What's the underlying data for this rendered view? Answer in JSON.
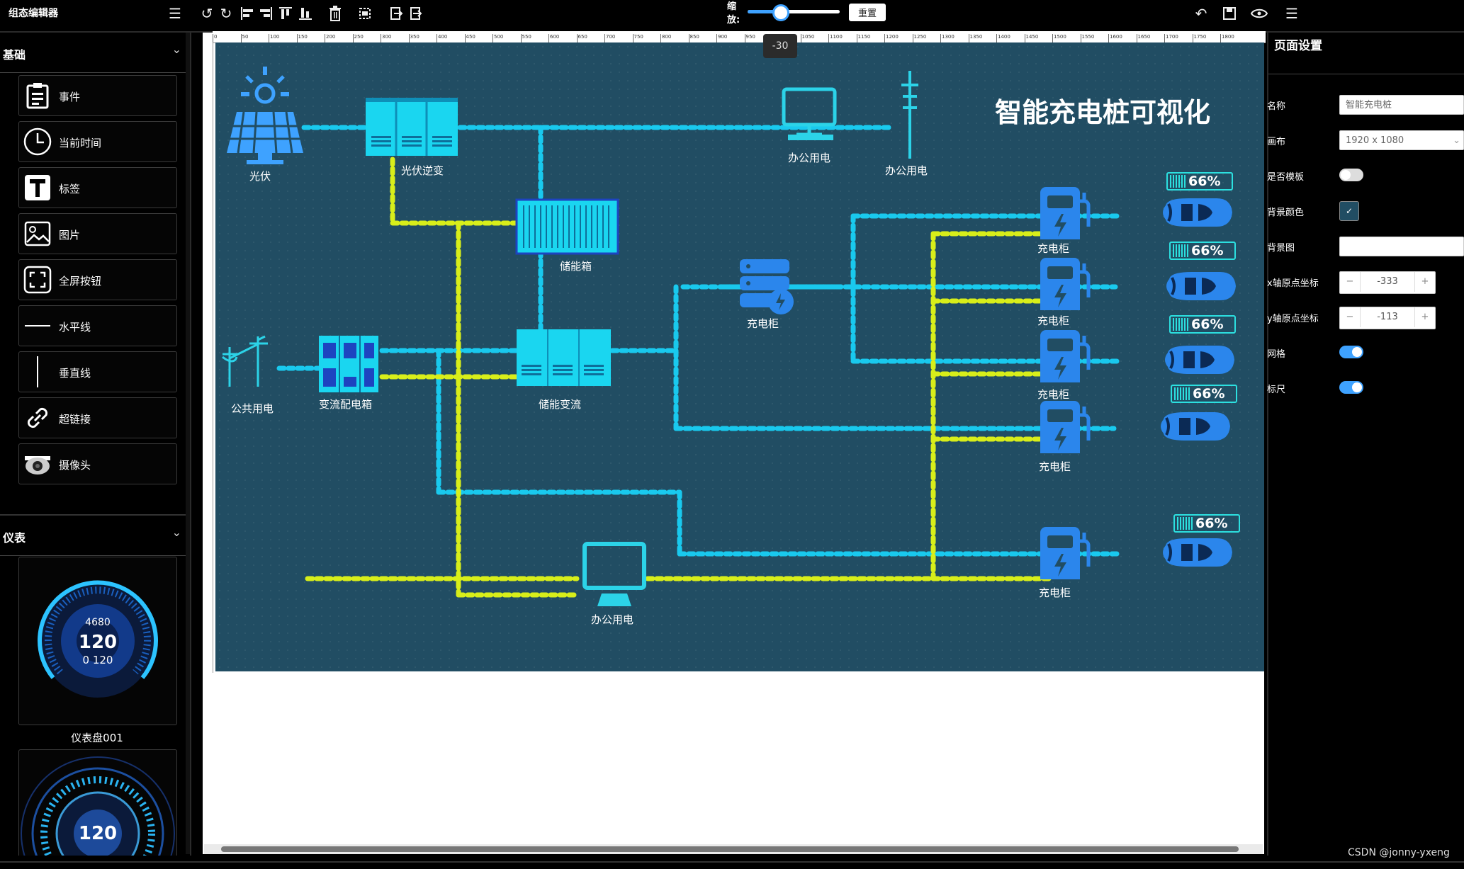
{
  "app": {
    "title": "组态编辑器"
  },
  "toolbar": {
    "zoom_label": "缩放:",
    "zoom_value": "-30",
    "reset_label": "重置"
  },
  "sidebar": {
    "basic": {
      "title": "基础",
      "items": [
        {
          "label": "事件",
          "icon": "clipboard-icon"
        },
        {
          "label": "当前时间",
          "icon": "clock-icon"
        },
        {
          "label": "标签",
          "icon": "text-icon"
        },
        {
          "label": "图片",
          "icon": "image-icon"
        },
        {
          "label": "全屏按钮",
          "icon": "fullscreen-icon"
        },
        {
          "label": "水平线",
          "icon": "hline-icon"
        },
        {
          "label": "垂直线",
          "icon": "vline-icon"
        },
        {
          "label": "超链接",
          "icon": "link-icon"
        },
        {
          "label": "摄像头",
          "icon": "camera-icon"
        }
      ]
    },
    "gauges": {
      "title": "仪表",
      "items": [
        {
          "label": "仪表盘001",
          "value": "120"
        },
        {
          "label": "",
          "value": "120"
        }
      ]
    }
  },
  "canvas": {
    "title": "智能充电桩可视化",
    "labels": {
      "pv": "光伏",
      "pv_inverter": "光伏逆变",
      "office1": "办公用电",
      "office2": "办公用电",
      "storage_box": "储能箱",
      "public_power": "公共用电",
      "ac_cabinet": "变流配电箱",
      "storage_converter": "储能变流",
      "charger_hub": "充电柜",
      "office3": "办公用电",
      "chargers": [
        "充电柜",
        "充电柜",
        "充电柜",
        "充电柜",
        "充电柜"
      ]
    },
    "battery_levels": [
      "66%",
      "66%",
      "66%",
      "66%",
      "66%"
    ]
  },
  "rpanel": {
    "title": "页面设置",
    "name_label": "名称",
    "name_value": "智能充电桩",
    "canvas_label": "画布",
    "canvas_value": "1920 x 1080",
    "template_label": "是否模板",
    "template_on": false,
    "bgcolor_label": "背景颜色",
    "bgimage_label": "背景图",
    "x_origin_label": "x轴原点坐标",
    "x_origin_value": "-333",
    "y_origin_label": "y轴原点坐标",
    "y_origin_value": "-113",
    "grid_label": "网格",
    "grid_on": true,
    "ruler_label": "标尺",
    "ruler_on": true
  },
  "colors": {
    "accent": "#3ea2ff",
    "canvas_bg": "#214d63",
    "flow_cyan": "#19c9ee",
    "flow_yellow": "#d8ee1a"
  },
  "watermark": "CSDN @jonny-yxeng"
}
